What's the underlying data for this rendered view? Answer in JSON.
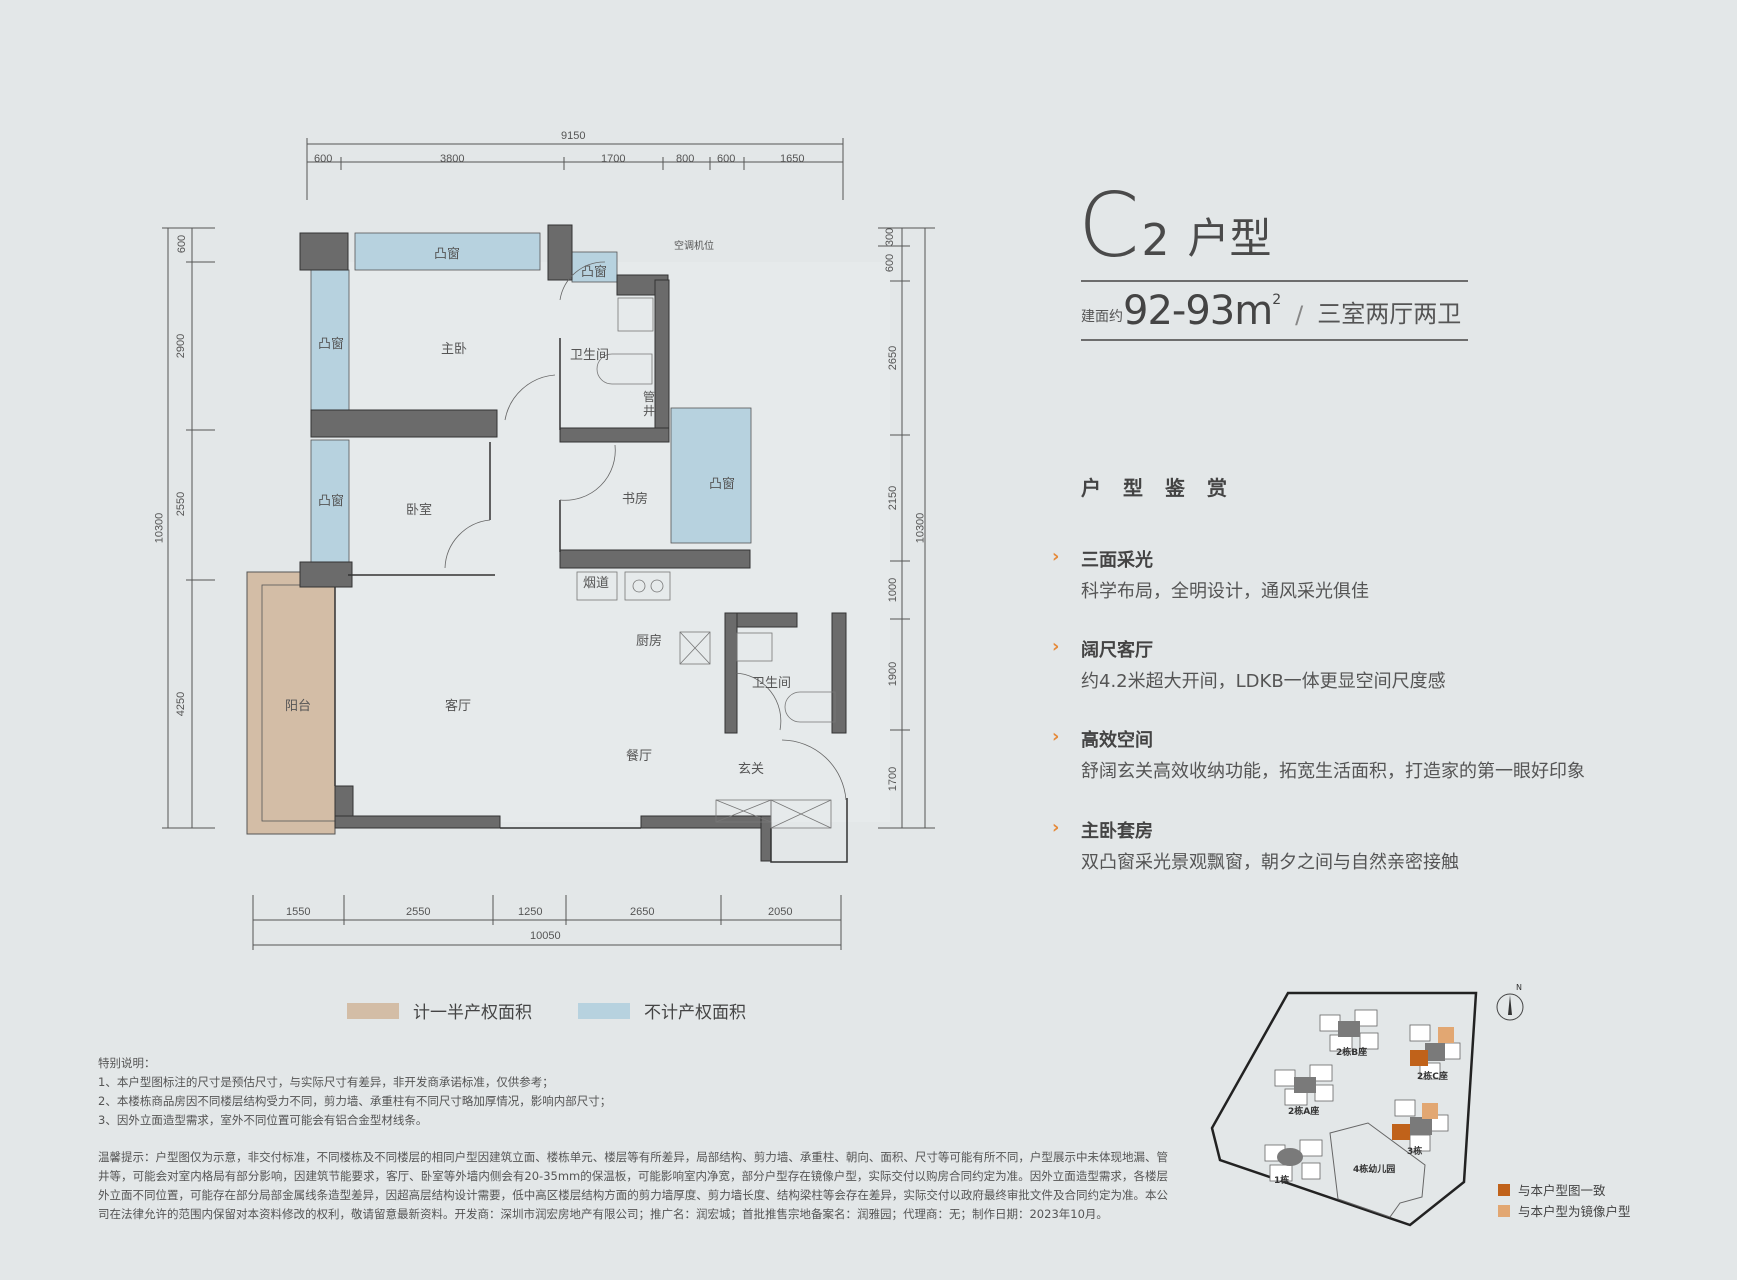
{
  "header": {
    "title_letter": "C",
    "title_number": "2",
    "title_type": "户型",
    "area_prefix": "建面约",
    "area_value": "92-93m",
    "area_sup": "2",
    "area_separator": "/",
    "area_rooms": "三室两厅两卫"
  },
  "features": {
    "section_title": "户型鉴赏",
    "items": [
      {
        "title": "三面采光",
        "desc": "科学布局，全明设计，通风采光俱佳"
      },
      {
        "title": "阔尺客厅",
        "desc": "约4.2米超大开间，LDKB一体更显空间尺度感"
      },
      {
        "title": "高效空间",
        "desc": "舒阔玄关高效收纳功能，拓宽生活面积，打造家的第一眼好印象"
      },
      {
        "title": "主卧套房",
        "desc": "双凸窗采光景观飘窗，朝夕之间与自然亲密接触"
      }
    ],
    "arrow_icon": "›",
    "accent_color": "#e58a3a"
  },
  "floorplan": {
    "dimensions_top": {
      "total": "9150",
      "segments": [
        "600",
        "3800",
        "1700",
        "800",
        "600",
        "1650"
      ]
    },
    "dimensions_bottom": {
      "total": "10050",
      "segments": [
        "1550",
        "2550",
        "1250",
        "2650",
        "2050"
      ]
    },
    "dimensions_left": {
      "total": "10300",
      "segments": [
        "600",
        "2900",
        "2550",
        "4250"
      ]
    },
    "dimensions_right": {
      "total": "10300",
      "segments": [
        "300",
        "600",
        "2650",
        "2150",
        "1000",
        "1900",
        "1700"
      ]
    },
    "rooms": {
      "bay_window_top": "凸窗",
      "bay_window_left_upper": "凸窗",
      "bay_window_left_lower": "凸窗",
      "bay_window_bath": "凸窗",
      "bay_window_study": "凸窗",
      "master_bedroom": "主卧",
      "bedroom": "卧室",
      "bathroom_master": "卫生间",
      "pipe_shaft": "管井",
      "study": "书房",
      "ac_unit": "空调机位",
      "flue": "烟道",
      "kitchen": "厨房",
      "bathroom_guest": "卫生间",
      "balcony": "阳台",
      "living_room": "客厅",
      "dining_room": "餐厅",
      "foyer": "玄关"
    },
    "colors": {
      "wall": "#6b6b6b",
      "bay_window": "#b7d2df",
      "balcony": "#d3bda6"
    }
  },
  "legend": {
    "half_area": {
      "label": "计一半产权面积",
      "color": "#d3bda6"
    },
    "no_area": {
      "label": "不计产权面积",
      "color": "#b7d2df"
    }
  },
  "notes": {
    "special_title": "特别说明：",
    "special_items": [
      "1、本户型图标注的尺寸是预估尺寸，与实际尺寸有差异，非开发商承诺标准，仅供参考；",
      "2、本楼栋商品房因不同楼层结构受力不同，剪力墙、承重柱有不同尺寸略加厚情况，影响内部尺寸；",
      "3、因外立面造型需求，室外不同位置可能会有铝合金型材线条。"
    ],
    "warm_tip": "温馨提示：户型图仅为示意，非交付标准，不同楼栋及不同楼层的相同户型因建筑立面、楼栋单元、楼层等有所差异，局部结构、剪力墙、承重柱、朝向、面积、尺寸等可能有所不同，户型展示中未体现地漏、管井等，可能会对室内格局有部分影响，因建筑节能要求，客厅、卧室等外墙内侧会有20-35mm的保温板，可能影响室内净宽，部分户型存在镜像户型，实际交付以购房合同约定为准。因外立面造型需求，各楼层外立面不同位置，可能存在部分局部金属线条造型差异，因超高层结构设计需要，低中高区楼层结构方面的剪力墙厚度、剪力墙长度、结构梁柱等会存在差异，实际交付以政府最终审批文件及合同约定为准。本公司在法律允许的范围内保留对本资料修改的权利，敬请留意最新资料。开发商：深圳市润宏房地产有限公司；推广名：润宏城；首批推售宗地备案名：润雅园；代理商：无；制作日期：2023年10月。"
  },
  "site_map": {
    "compass_label": "N",
    "buildings": [
      "2栋B座",
      "2栋C座",
      "2栋A座",
      "3栋",
      "1栋",
      "4栋幼儿园"
    ],
    "legend": [
      {
        "label": "与本户型图一致",
        "color": "#c0621a"
      },
      {
        "label": "与本户型为镜像户型",
        "color": "#e2a772"
      }
    ]
  }
}
